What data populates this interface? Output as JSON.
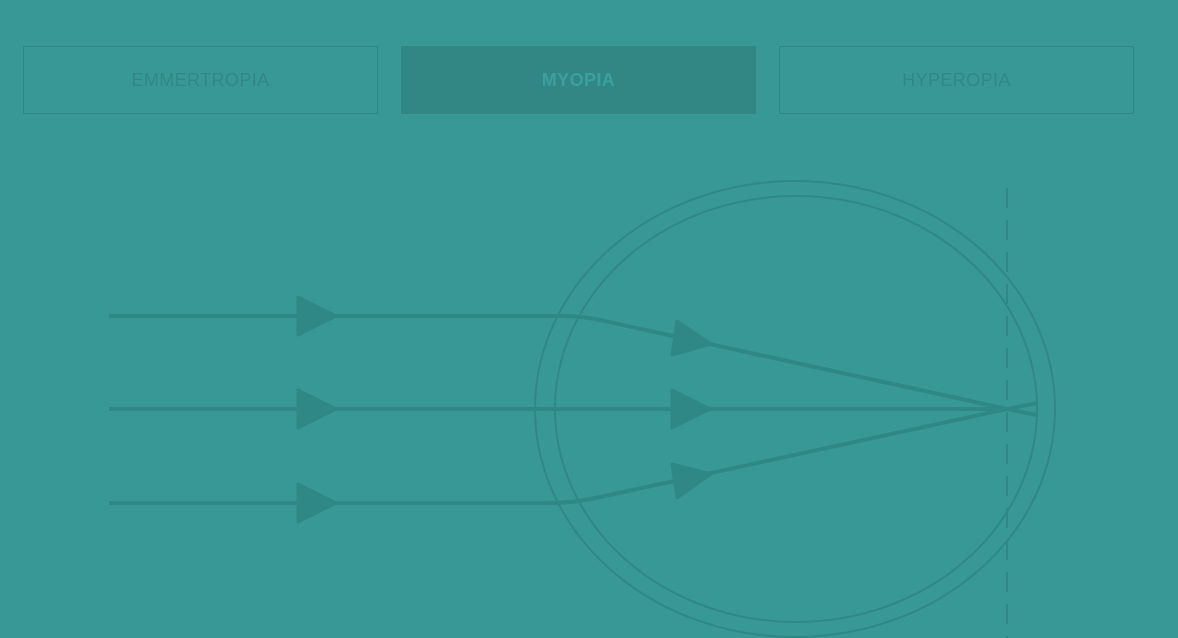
{
  "tabs": [
    {
      "label": "EMMERTROPIA",
      "selected": false
    },
    {
      "label": "MYOPIA",
      "selected": true
    },
    {
      "label": "HYPEROPIA",
      "selected": false
    }
  ],
  "colors": {
    "background": "#389896",
    "line": "#2f8886",
    "selected_tab": "#328785"
  },
  "diagram": {
    "subject": "myopia",
    "rays": 3,
    "focus": "in front of retina"
  }
}
